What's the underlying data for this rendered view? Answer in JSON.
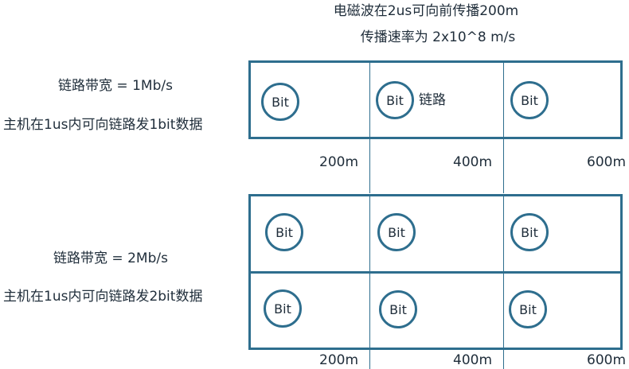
{
  "header": {
    "line1": "电磁波在2us可向前传播200m",
    "line2": "传播速率为 2x10^8 m/s"
  },
  "top_section": {
    "bandwidth": "链路带宽 = 1Mb/s",
    "description": "主机在1us内可向链路发1bit数据",
    "link_label": "链路",
    "bits": [
      "Bit",
      "Bit",
      "Bit"
    ],
    "distances": [
      "200m",
      "400m",
      "600m"
    ]
  },
  "bottom_section": {
    "bandwidth": "链路带宽 = 2Mb/s",
    "description": "主机在1us内可向链路发2bit数据",
    "bits_row1": [
      "Bit",
      "Bit",
      "Bit"
    ],
    "bits_row2": [
      "Bit",
      "Bit",
      "Bit"
    ],
    "distances": [
      "200m",
      "400m",
      "600m"
    ]
  },
  "colors": {
    "stroke": "#2e6e8e",
    "text": "#1f2d3a"
  }
}
